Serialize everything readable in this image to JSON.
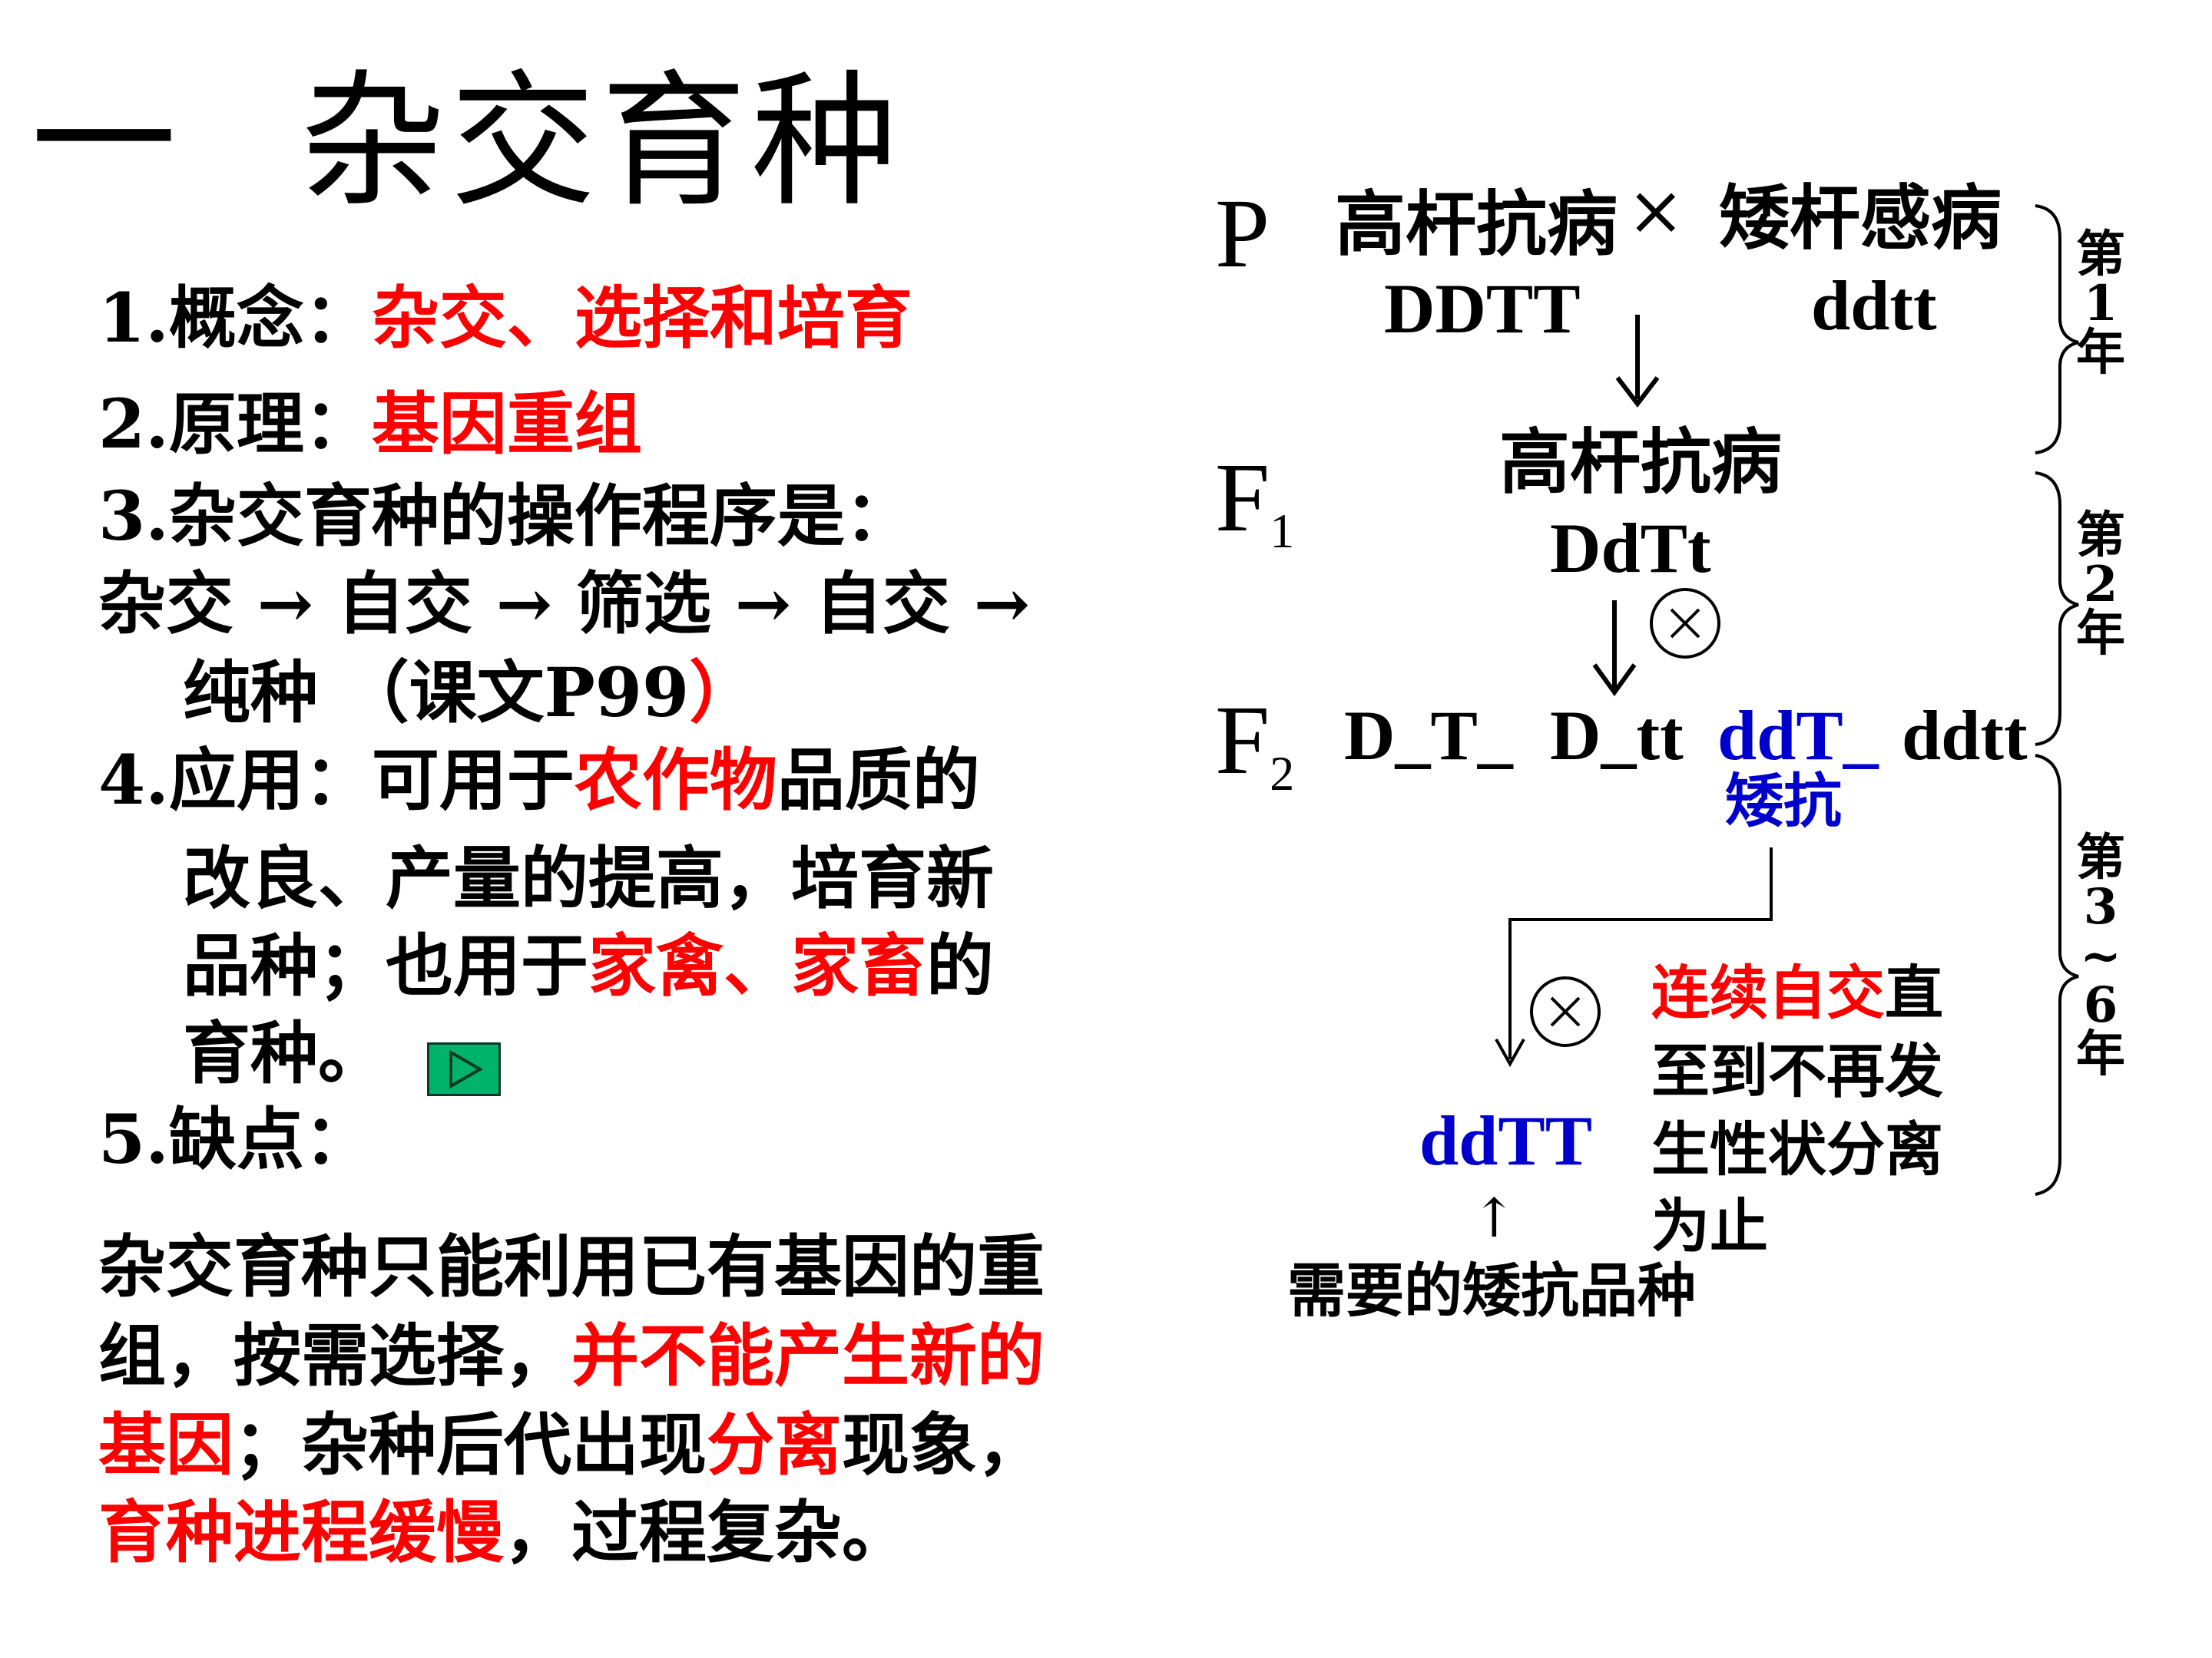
{
  "title": {
    "number": "一",
    "text": "杂交育种"
  },
  "left": {
    "item1_label": "1.概念：",
    "item1_value": "杂交、选择和培育",
    "item2_label": "2.原理：",
    "item2_value": "基因重组",
    "item3": "3.杂交育种的操作程序是：",
    "item3_flow": "杂交 → 自交 → 筛选 → 自交 →",
    "item3_flow2_a": "纯种 （课文P99",
    "item3_flow2_b": "）",
    "item4_label": "4.应用：可用于",
    "item4_red1": "农作物",
    "item4_rest1": "品质的",
    "item4_line2": "改良、产量的提高，培育新",
    "item4_line3_a": "品种；也用于",
    "item4_line3_red": "家禽、家畜",
    "item4_line3_b": "的",
    "item4_line4": "育种。",
    "item5": "5.缺点：",
    "drawback_l1": "杂交育种只能利用已有基因的重",
    "drawback_l2_a": "组，按需选择，",
    "drawback_l2_red": "并不能产生新的",
    "drawback_l3_red1": "基因",
    "drawback_l3_a": "；杂种后代出现",
    "drawback_l3_red2": "分离",
    "drawback_l3_b": "现象，",
    "drawback_l4_red": "育种进程缓慢",
    "drawback_l4_b": "，过程复杂。"
  },
  "diagram": {
    "p_label": "P",
    "f1_label": "F",
    "f1_sub": "1",
    "f2_label": "F",
    "f2_sub": "2",
    "p_parent1": "高杆抗病",
    "cross_sign": "×",
    "p_parent2": "矮杆感病",
    "p_geno1": "DDTT",
    "p_geno2": "ddtt",
    "f1_pheno": "高杆抗病",
    "f1_geno": "DdTt",
    "self_sign": "×",
    "f2_g1": "D_T_",
    "f2_g2": "D_tt",
    "f2_g3": "ddT_",
    "f2_g4": "ddtt",
    "f2_g3_pheno": "矮抗",
    "final_geno": "ddTT",
    "need_arrow": "↑",
    "need_label": "需要的矮抗品种",
    "note_red": "连续自交",
    "note_a": "直",
    "note_l2": "至到不再发",
    "note_l3": "生性状分离",
    "note_l4": "为止",
    "year1": [
      "第",
      "1",
      "年"
    ],
    "year2": [
      "第",
      "2",
      "年"
    ],
    "year3": [
      "第",
      "3",
      "~",
      "6",
      "年"
    ]
  },
  "colors": {
    "accent_red": "#ff0000",
    "accent_blue": "#0000cc",
    "play_green": "#00b36b"
  }
}
